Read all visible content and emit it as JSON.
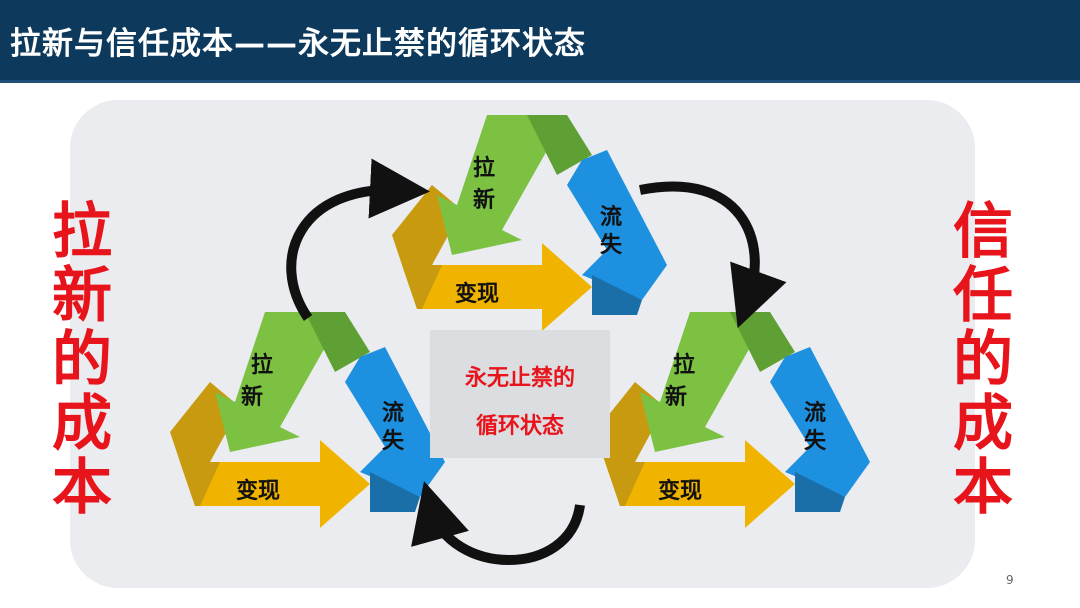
{
  "header": {
    "title": "拉新与信任成本——永无止禁的循环状态"
  },
  "left_side": {
    "chars": [
      "拉",
      "新",
      "的",
      "成",
      "本"
    ]
  },
  "right_side": {
    "chars": [
      "信",
      "任",
      "的",
      "成",
      "本"
    ]
  },
  "center": {
    "line1": "永无止禁的",
    "line2": "循环状态"
  },
  "cycle_labels": {
    "acquire": [
      "拉",
      "新"
    ],
    "churn": [
      "流",
      "失"
    ],
    "monetize": "变现"
  },
  "colors": {
    "header": "#0d3a5c",
    "accent_red": "#e8141c",
    "green": "#7cc142",
    "dark_green": "#5fa035",
    "blue": "#1e90e0",
    "dark_blue": "#1a6fa8",
    "yellow": "#f0b400",
    "ochre": "#c89a10"
  },
  "page_number": "9"
}
